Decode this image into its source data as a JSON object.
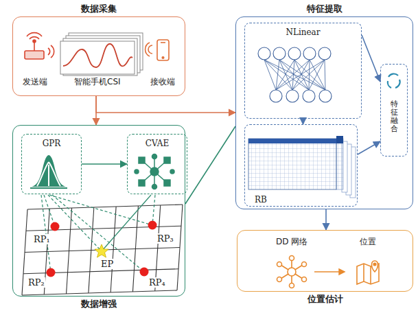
{
  "diagram": {
    "nodes": [
      {
        "text": [
          "数据采集"
        ]
      },
      {
        "text": [
          "数据增强"
        ]
      },
      {
        "text": [
          "GPR"
        ],
        "in": 1
      },
      {
        "text": [
          "CVAE"
        ],
        "in": 1
      },
      {
        "text": [
          "特征提取"
        ]
      },
      {
        "text": [
          "NLinear"
        ],
        "in": 4
      },
      {
        "text": [
          "RB"
        ],
        "in": 4
      },
      {
        "text": [
          "特征融合"
        ],
        "in": 4
      },
      {
        "text": [
          "位置估计"
        ]
      }
    ],
    "edges": [
      {
        "from": 0,
        "to": 1,
        "arrow": "to"
      },
      {
        "from": 0,
        "to": 4,
        "arrow": "to"
      },
      {
        "from": 1,
        "to": 4,
        "arrow": "none"
      },
      {
        "from": 2,
        "to": 3,
        "arrow": "to"
      },
      {
        "from": 5,
        "to": 6,
        "arrow": "to"
      },
      {
        "from": 5,
        "to": 7,
        "arrow": "to"
      },
      {
        "from": 6,
        "to": 7,
        "arrow": "to"
      },
      {
        "from": 4,
        "to": 8,
        "arrow": "to"
      }
    ],
    "labels": [
      "发送端",
      "智能手机CSI",
      "接收端",
      "RP₁",
      "RP₃",
      "EP",
      "RP₂",
      "RP₄",
      "DD 网络",
      "位置"
    ]
  }
}
